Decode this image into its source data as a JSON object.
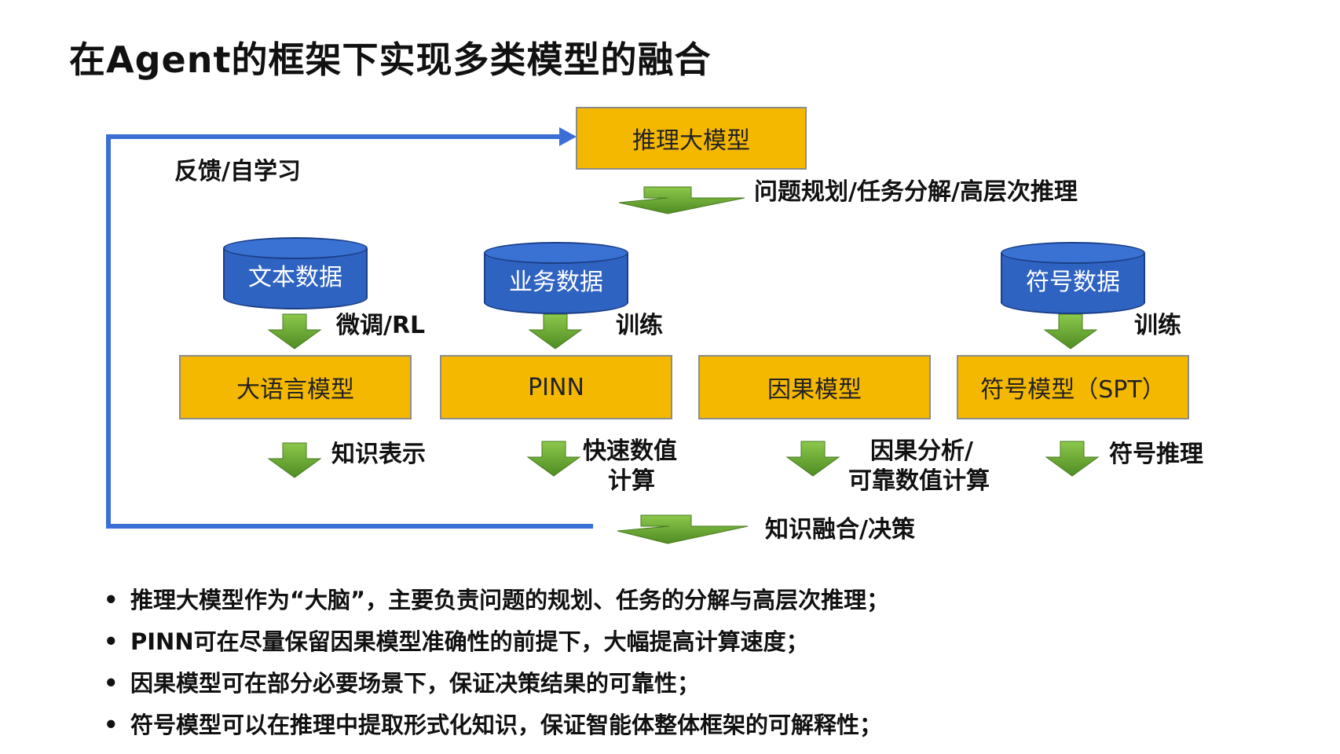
{
  "title": "在Agent的框架下实现多类模型的融合",
  "boxes": {
    "reasoning_llm": "推理大模型",
    "llm": "大语言模型",
    "pinn": "PINN",
    "causal": "因果模型",
    "symbolic": "符号模型（SPT）"
  },
  "databases": {
    "text": "文本数据",
    "business": "业务数据",
    "symbol": "符号数据"
  },
  "labels": {
    "feedback": "反馈/自学习",
    "planning": "问题规划/任务分解/高层次推理",
    "finetune": "微调/RL",
    "train_pinn": "训练",
    "train_symbolic": "训练",
    "knowledge_repr": "知识表示",
    "fast_calc_1": "快速数值",
    "fast_calc_2": "计算",
    "causal_1": "因果分析/",
    "causal_2": "可靠数值计算",
    "symbolic_reasoning": "符号推理",
    "fusion": "知识融合/决策"
  },
  "bullets": [
    "推理大模型作为“大脑”，主要负责问题的规划、任务的分解与高层次推理；",
    "PINN可在尽量保留因果模型准确性的前提下，大幅提高计算速度；",
    "因果模型可在部分必要场景下，保证决策结果的可靠性；",
    "符号模型可以在推理中提取形式化知识，保证智能体整体框架的可解释性；"
  ],
  "bullet_symbol": "•",
  "colors": {
    "box_fill": "#f5b800",
    "database_fill": "#2f63c2",
    "arrow_green": "#6aa531",
    "feedback_line": "#3b6fd6"
  }
}
